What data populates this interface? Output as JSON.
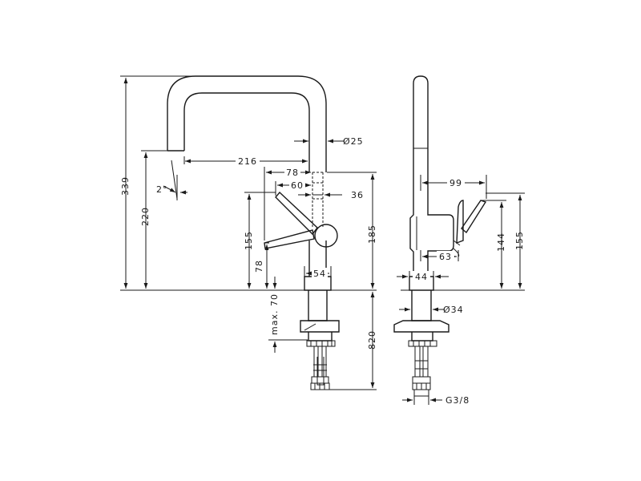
{
  "front_view": {
    "dimensions": {
      "height_total": "339",
      "spout_height": "220",
      "spout_reach": "216",
      "spout_angle": "2°",
      "spout_diameter": "Ø25",
      "lever_reach": "78",
      "lever_hub_offset": "60",
      "lever_offset": "36",
      "lever_height": "155",
      "lever_base_height": "78",
      "body_height": "185",
      "base_diameter": "54",
      "max_thickness": "max. 70",
      "hose_length": "820"
    }
  },
  "side_view": {
    "dimensions": {
      "spout_projection": "99",
      "lever_height": "144",
      "total_height": "155",
      "hub_offset": "63",
      "base_diameter": "44",
      "shank_diameter": "Ø34",
      "thread": "G3/8"
    }
  }
}
